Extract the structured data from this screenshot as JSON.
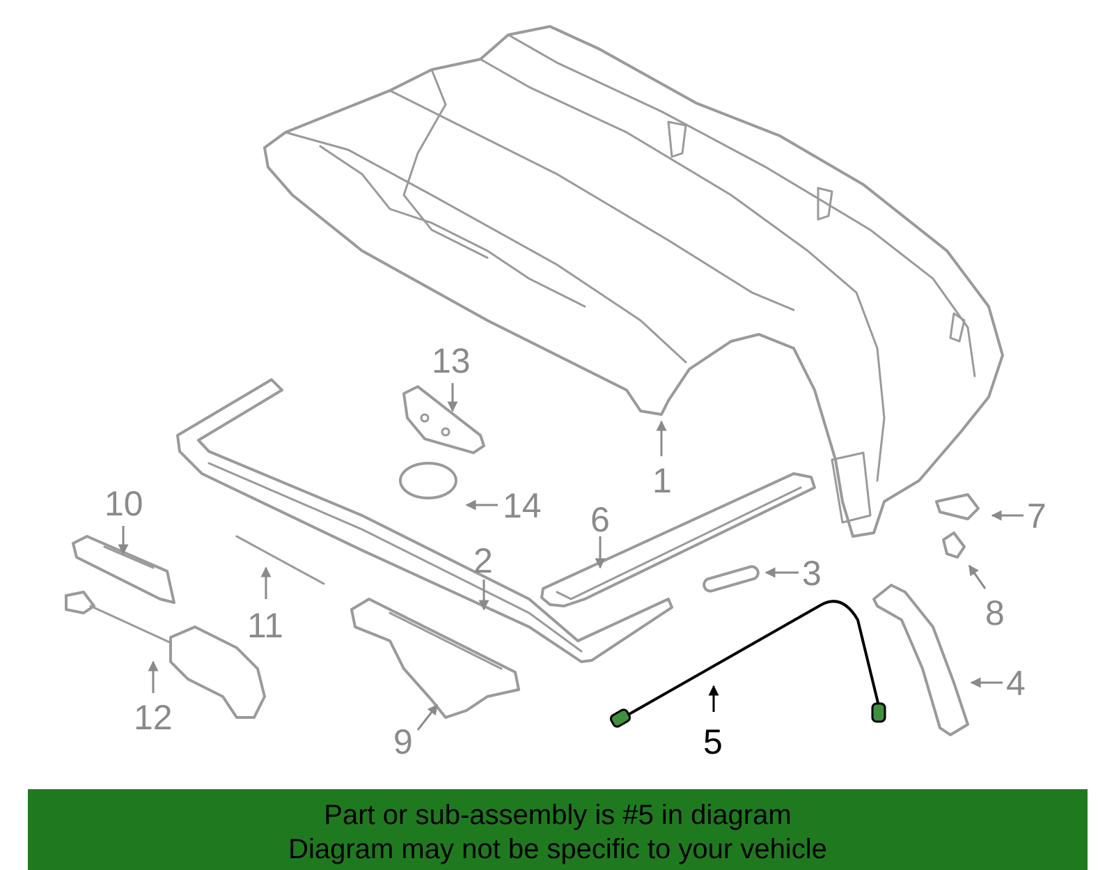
{
  "diagram": {
    "highlighted_part": "5",
    "highlight_color": "#3f8f3f",
    "callouts": [
      "1",
      "2",
      "3",
      "4",
      "5",
      "6",
      "7",
      "8",
      "9",
      "10",
      "11",
      "12",
      "13",
      "14"
    ]
  },
  "banner": {
    "background": "#1f7a1f",
    "line1": "Part or sub-assembly is #5 in diagram",
    "line2": "Diagram may not be specific to your vehicle"
  }
}
